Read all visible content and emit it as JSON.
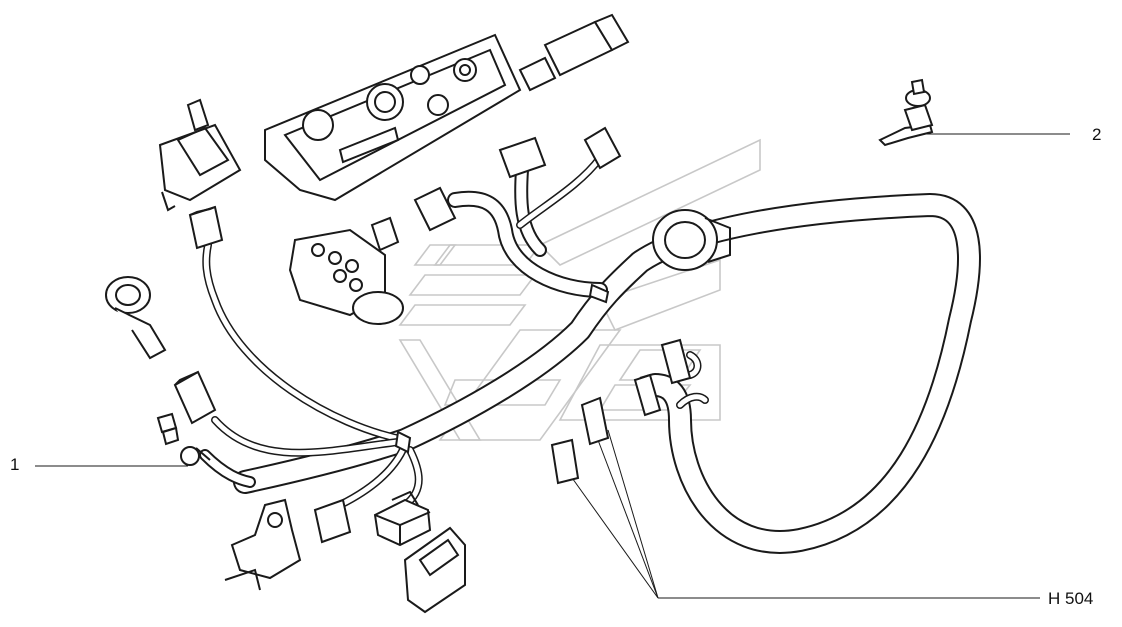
{
  "callouts": {
    "item1": "1",
    "item2": "2",
    "ref_code": "H 504"
  },
  "colors": {
    "line": "#1a1a1a",
    "watermark": "#c8c8c8",
    "background": "#ffffff"
  }
}
